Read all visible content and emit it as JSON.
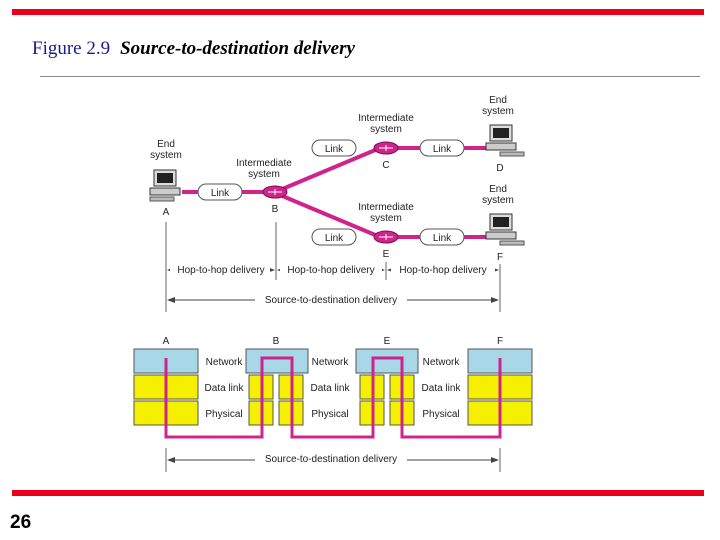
{
  "slide": {
    "figure_number": "Figure 2.9",
    "figure_caption": "Source-to-destination delivery",
    "page_number": "26"
  },
  "diagram": {
    "top": {
      "end_system_label": "End system",
      "intermediate_system_label": "Intermediate system",
      "link_label": "Link",
      "node_labels": {
        "A": "A",
        "B": "B",
        "C": "C",
        "D": "D",
        "E": "E",
        "F": "F"
      },
      "hop_label": "Hop-to-hop delivery",
      "s2d_label": "Source-to-destination delivery"
    },
    "stack": {
      "column_labels": [
        "A",
        "B",
        "E",
        "F"
      ],
      "layer_network": "Network",
      "layer_datalink": "Data link",
      "layer_physical": "Physical",
      "s2d_label": "Source-to-destination delivery"
    },
    "colors": {
      "accent_bar": "#e8001c",
      "link_line": "#d0248c",
      "network_layer": "#a8d8e8",
      "lower_layers": "#f4f000"
    }
  }
}
